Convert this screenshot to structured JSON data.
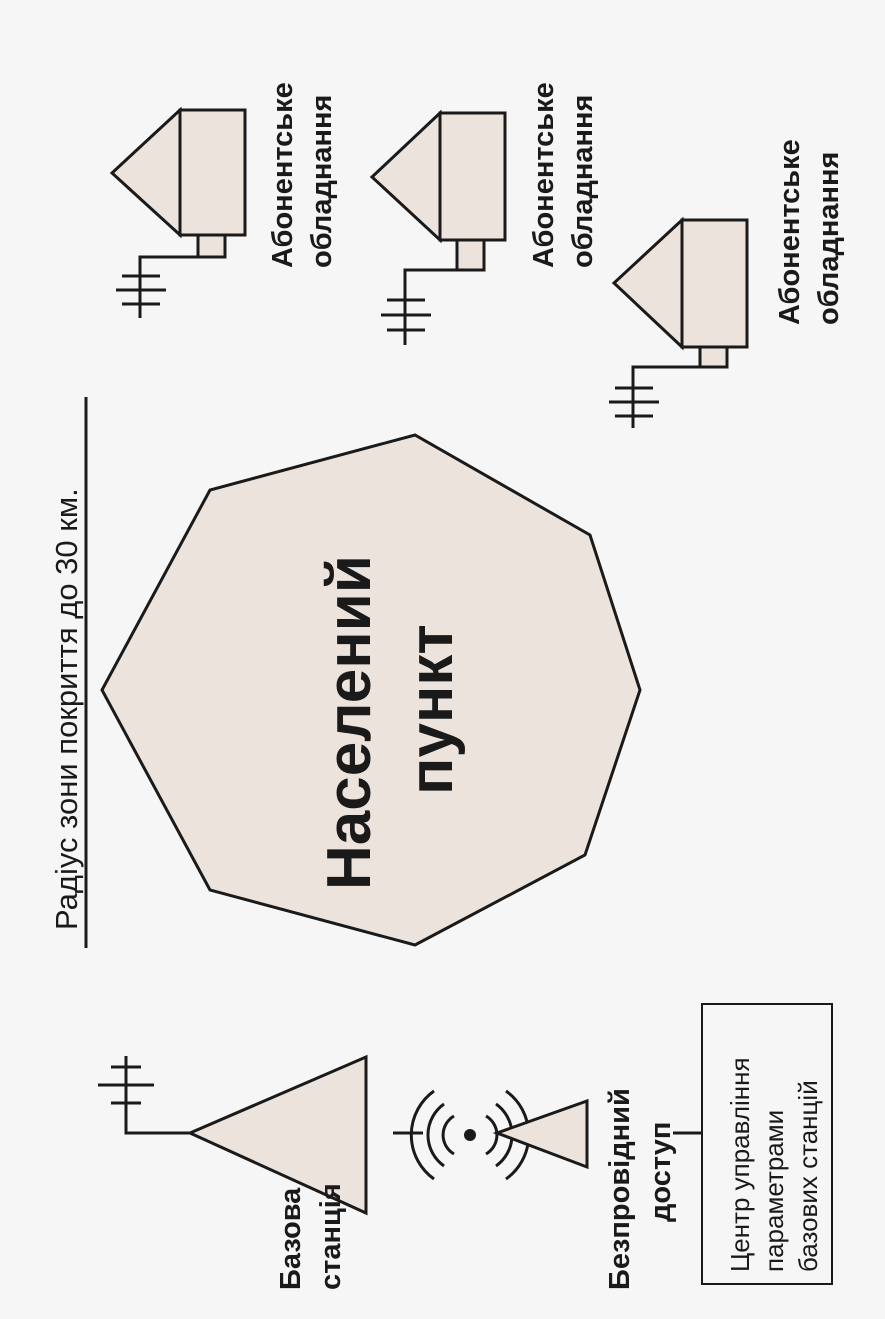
{
  "title": "Радіус зони покриття до 30 км.",
  "settlement": {
    "line1": "Населений",
    "line2": "пункт"
  },
  "subscriber_label": {
    "line1": "Абонентське",
    "line2": "обладнання"
  },
  "base_station_label": {
    "line1": "Базова",
    "line2": "станція"
  },
  "wireless_label": {
    "line1": "Безпровідний",
    "line2": "доступ"
  },
  "control_center_label": {
    "line1": "Центр управління",
    "line2": "параметрами",
    "line3": "базових станцій"
  },
  "colors": {
    "background": "#f6f6f6",
    "shape_fill": "#ede3dd",
    "stroke": "#1a1a1a"
  }
}
